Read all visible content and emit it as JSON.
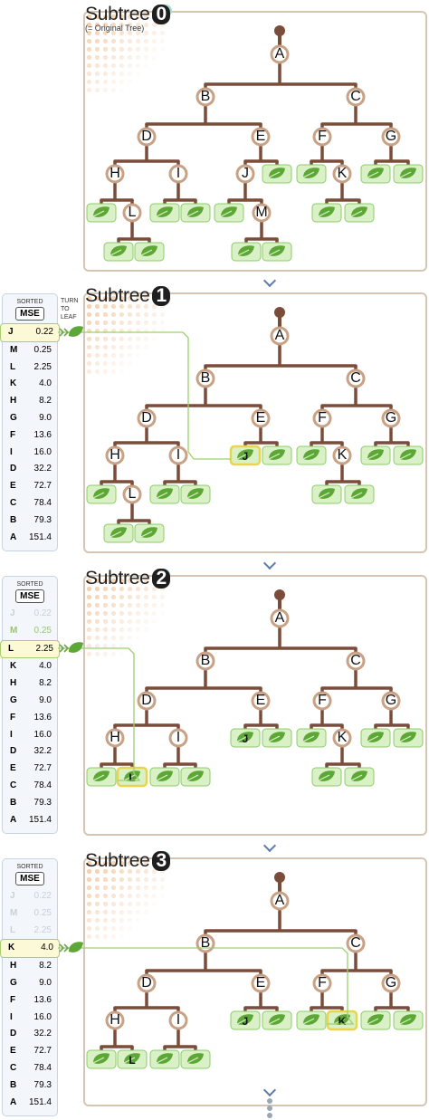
{
  "subtitle": "(= Original Tree)",
  "turn_to_leaf": "TURN TO LEAF",
  "sorted_label": "SORTED",
  "mse_header": "MSE",
  "subtree_word": "Subtree",
  "colors": {
    "branch": "#7a4c3a",
    "node_ring": "#c9a184",
    "leaf_bg": "#daf0c6",
    "leaf_border": "#8ccc69",
    "leaf_icon": "#5ca735",
    "select": "#f6ea74",
    "connector": "#9bd06f",
    "panel_border": "#d7c5b3"
  },
  "panels": [
    {
      "index": "0"
    },
    {
      "index": "1"
    },
    {
      "index": "2"
    },
    {
      "index": "3"
    }
  ],
  "mse_table": [
    {
      "key": "J",
      "value": "0.22"
    },
    {
      "key": "M",
      "value": "0.25"
    },
    {
      "key": "L",
      "value": "2.25"
    },
    {
      "key": "K",
      "value": "4.0"
    },
    {
      "key": "H",
      "value": "8.2"
    },
    {
      "key": "G",
      "value": "9.0"
    },
    {
      "key": "F",
      "value": "13.6"
    },
    {
      "key": "I",
      "value": "16.0"
    },
    {
      "key": "D",
      "value": "32.2"
    },
    {
      "key": "E",
      "value": "72.7"
    },
    {
      "key": "C",
      "value": "78.4"
    },
    {
      "key": "B",
      "value": "79.3"
    },
    {
      "key": "A",
      "value": "151.4"
    }
  ],
  "node_labels": [
    "A",
    "B",
    "C",
    "D",
    "E",
    "F",
    "G",
    "H",
    "I",
    "J",
    "K",
    "L",
    "M"
  ],
  "icons": [
    "leaf-icon",
    "double-chevron-right-icon",
    "chevron-down-icon",
    "ellipsis-vertical-icon"
  ]
}
